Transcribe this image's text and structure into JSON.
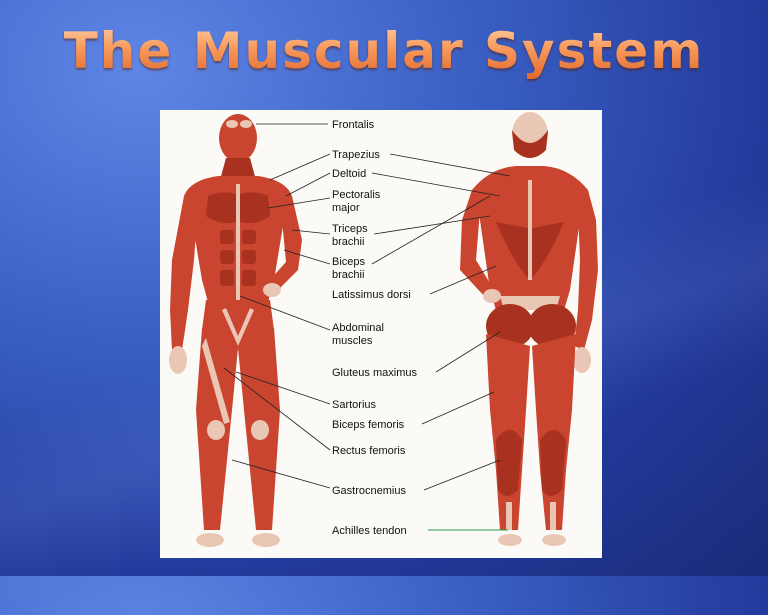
{
  "slide": {
    "title": "The Muscular System"
  },
  "labels": {
    "frontalis": "Frontalis",
    "trapezius": "Trapezius",
    "deltoid": "Deltoid",
    "pectoralis_1": "Pectoralis",
    "pectoralis_2": "major",
    "triceps_1": "Triceps",
    "triceps_2": "brachii",
    "biceps_1": "Biceps",
    "biceps_2": "brachii",
    "latissimus": "Latissimus dorsi",
    "abdominal_1": "Abdominal",
    "abdominal_2": "muscles",
    "gluteus": "Gluteus maximus",
    "sartorius": "Sartorius",
    "biceps_femoris": "Biceps femoris",
    "rectus_femoris": "Rectus femoris",
    "gastrocnemius": "Gastrocnemius",
    "achilles": "Achilles tendon"
  },
  "colors": {
    "muscle": "#c9452f",
    "tendon": "#eac7b4",
    "title": "#f79a5c",
    "achilles_leader": "#2a9a55"
  }
}
